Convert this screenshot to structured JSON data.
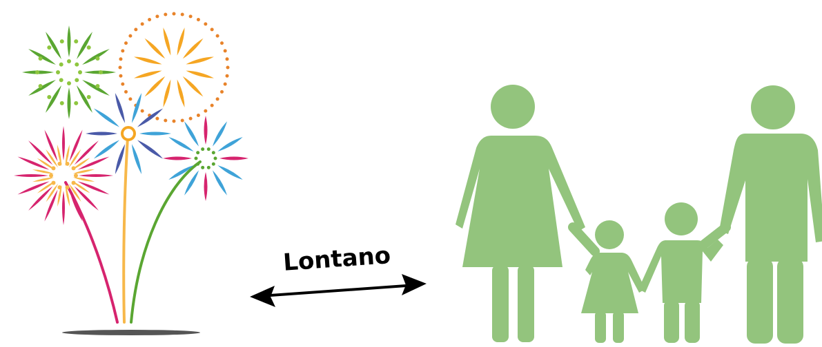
{
  "label": {
    "text": "Lontano"
  },
  "colors": {
    "family": "#93c47d",
    "arrow": "#000000",
    "ground_shadow": "#555555",
    "firework_green": "#5aa632",
    "firework_green_light": "#8ec63f",
    "firework_orange": "#f5a623",
    "firework_orange_dots": "#e8832a",
    "firework_blue": "#3fa3d8",
    "firework_indigo": "#4a5aa8",
    "firework_magenta": "#d6246e",
    "firework_yellow": "#f7b84a"
  },
  "icons": {
    "fireworks": "fireworks-illustration",
    "family": "family-silhouette",
    "arrow": "double-headed-arrow"
  }
}
